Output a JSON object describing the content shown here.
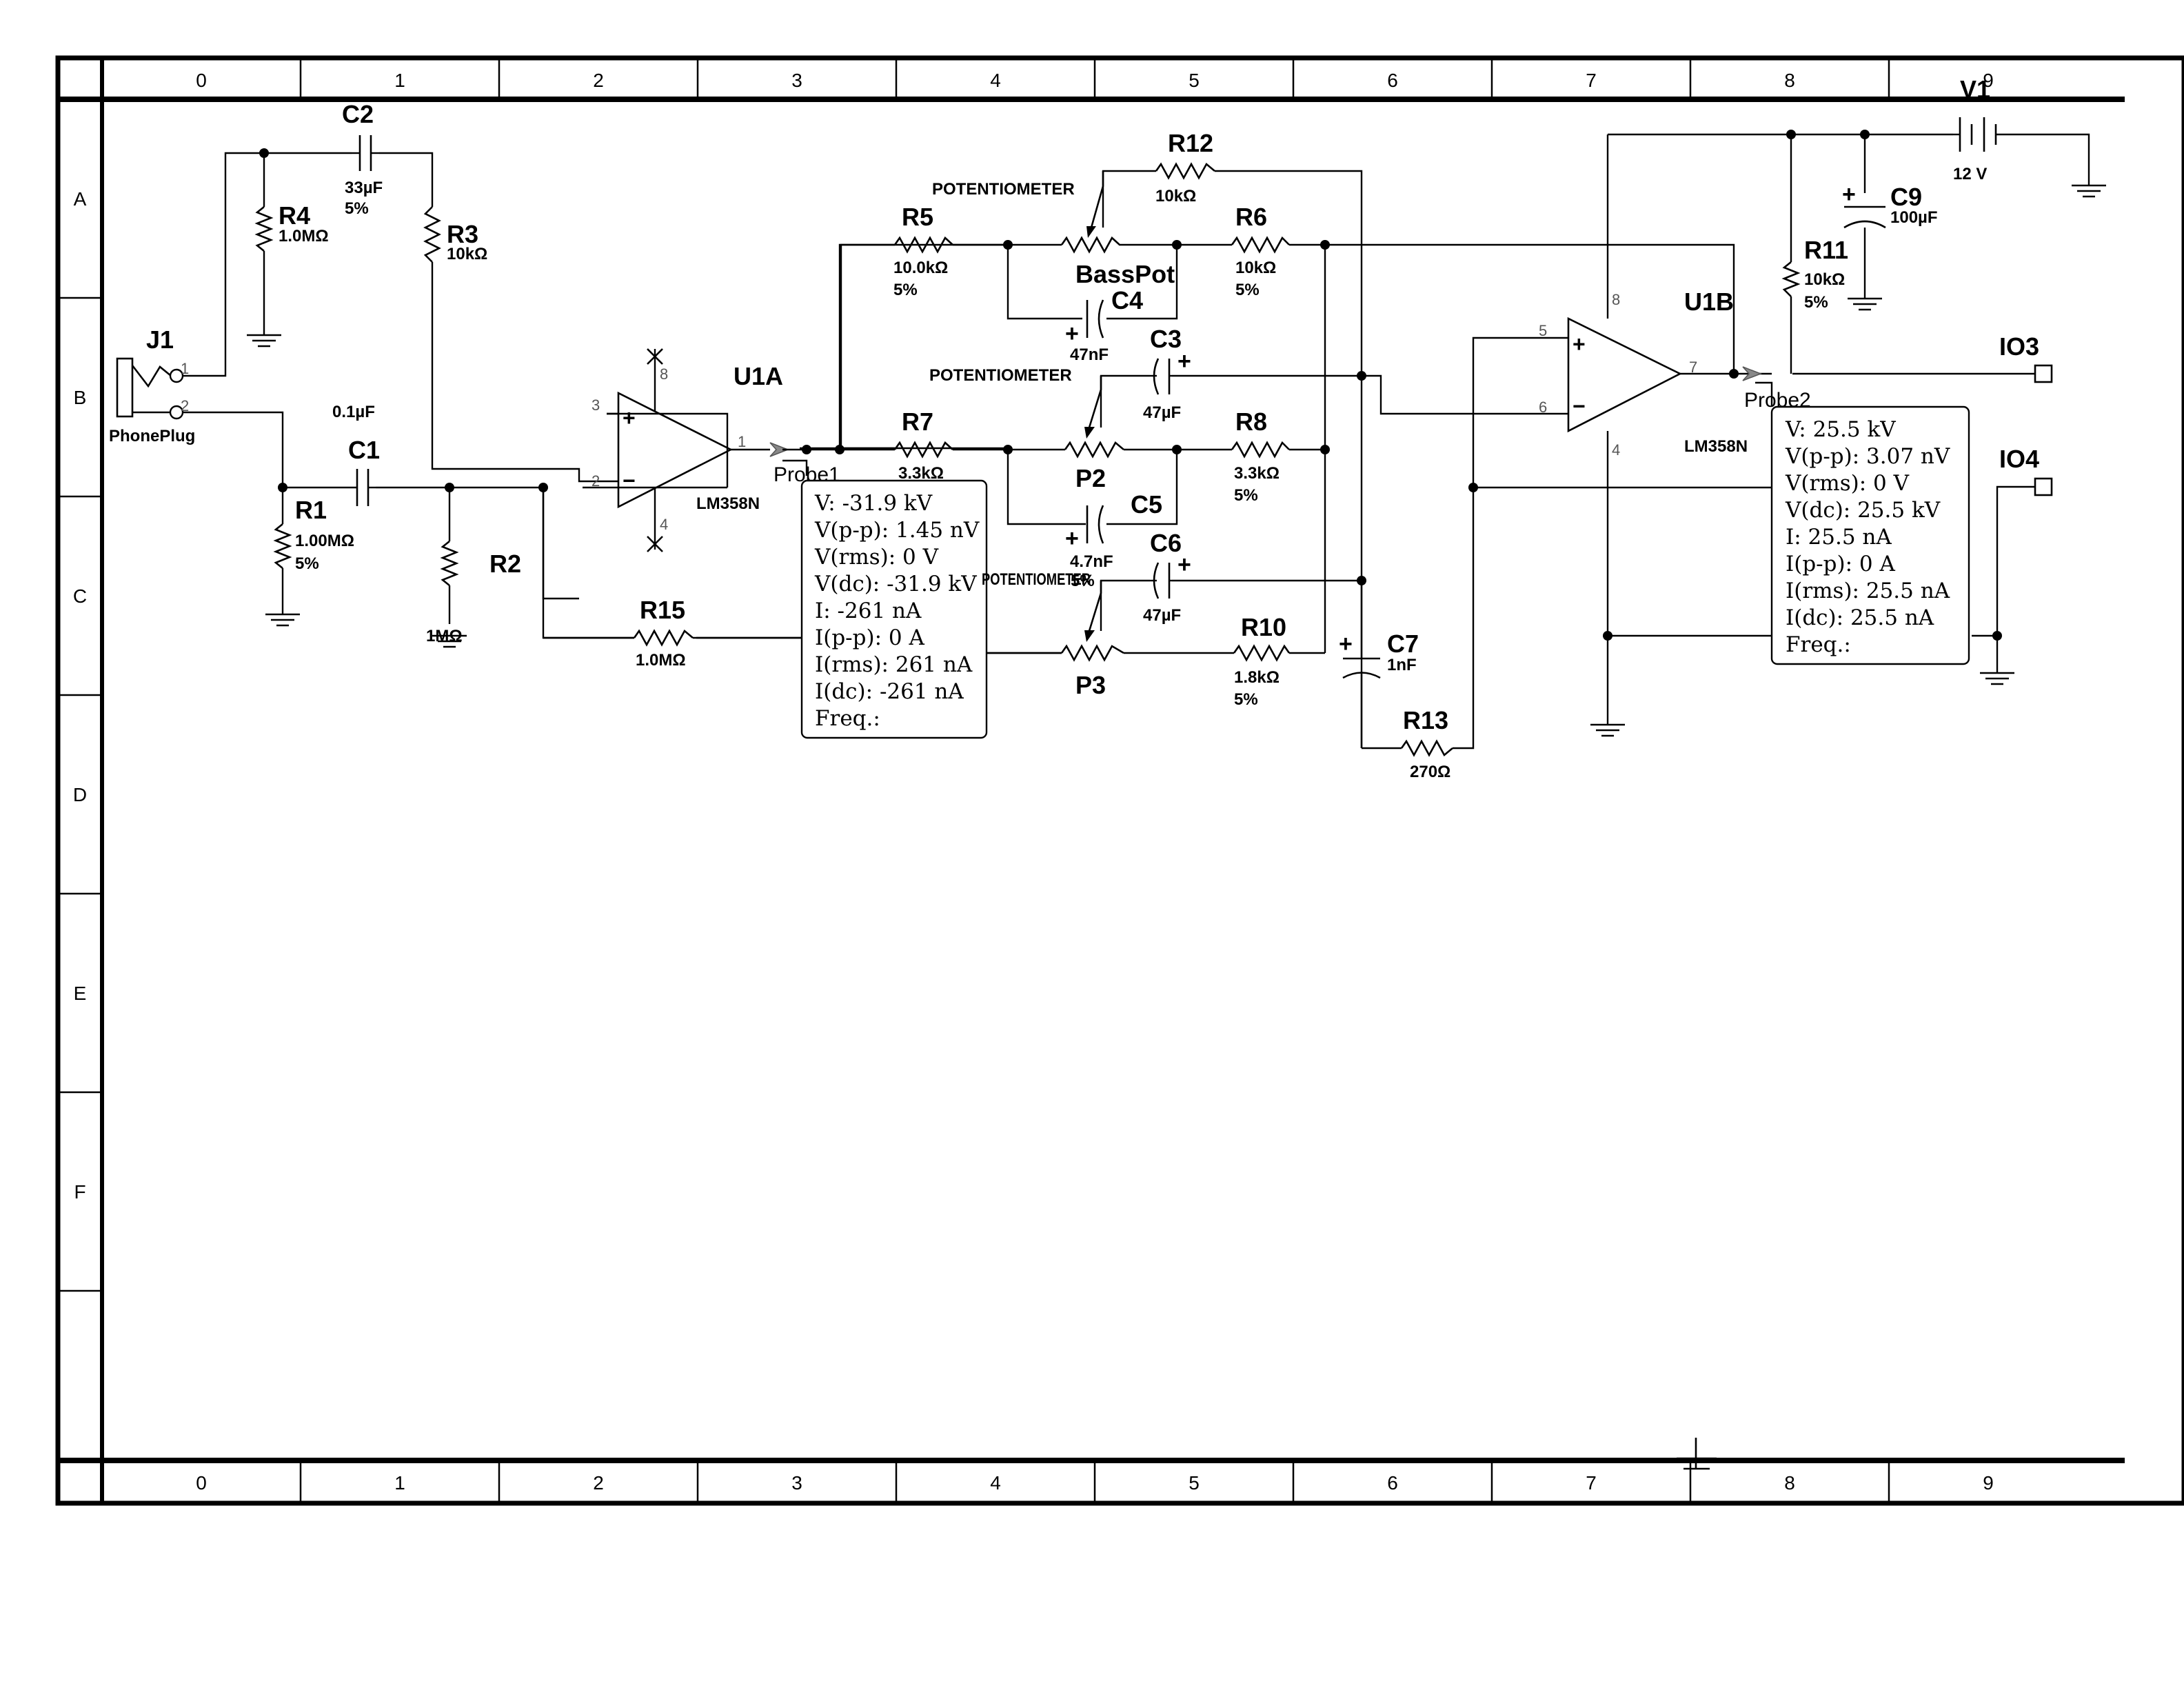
{
  "sheet": {
    "columns": [
      "0",
      "1",
      "2",
      "3",
      "4",
      "5",
      "6",
      "7",
      "8",
      "9"
    ],
    "rows": [
      "A",
      "B",
      "C",
      "D",
      "E",
      "F"
    ]
  },
  "components": {
    "J1": {
      "ref": "J1",
      "type": "PhonePlug",
      "pin1": "1",
      "pin2": "2"
    },
    "C1": {
      "ref": "C1",
      "value": "0.1µF"
    },
    "C2": {
      "ref": "C2",
      "value": "33µF",
      "tol": "5%"
    },
    "R1": {
      "ref": "R1",
      "value": "1.00MΩ",
      "tol": "5%"
    },
    "R2": {
      "ref": "R2",
      "value": "1MΩ"
    },
    "R3": {
      "ref": "R3",
      "value": "10kΩ"
    },
    "R4": {
      "ref": "R4",
      "value": "1.0MΩ"
    },
    "R5": {
      "ref": "R5",
      "value": "10.0kΩ",
      "tol": "5%"
    },
    "R6": {
      "ref": "R6",
      "value": "10kΩ",
      "tol": "5%"
    },
    "R7": {
      "ref": "R7",
      "value": "3.3kΩ"
    },
    "R8": {
      "ref": "R8",
      "value": "3.3kΩ",
      "tol": "5%"
    },
    "R10": {
      "ref": "R10",
      "value": "1.8kΩ",
      "tol": "5%"
    },
    "R11": {
      "ref": "R11",
      "value": "10kΩ",
      "tol": "5%"
    },
    "R12": {
      "ref": "R12",
      "value": "10kΩ"
    },
    "R13": {
      "ref": "R13",
      "value": "270Ω"
    },
    "R15": {
      "ref": "R15",
      "value": "1.0MΩ"
    },
    "C3": {
      "ref": "C3",
      "value": "47µF"
    },
    "C4": {
      "ref": "C4",
      "value": "47nF"
    },
    "C5": {
      "ref": "C5",
      "value": "4.7nF"
    },
    "C6": {
      "ref": "C6",
      "value": "47µF"
    },
    "C7": {
      "ref": "C7",
      "value": "1nF"
    },
    "C9": {
      "ref": "C9",
      "value": "100µF"
    },
    "V1": {
      "ref": "V1",
      "value": "12 V"
    },
    "BassPot": {
      "ref": "BassPot",
      "type": "POTENTIOMETER"
    },
    "P2": {
      "ref": "P2",
      "type": "POTENTIOMETER"
    },
    "P3": {
      "ref": "P3",
      "type": "POTENTIOMETER",
      "tol_fragment": "5%"
    },
    "U1A": {
      "ref": "U1A",
      "part": "LM358N",
      "pin_plus": "3",
      "pin_minus": "2",
      "pin_out": "1",
      "pin_v8": "8",
      "pin_v4": "4"
    },
    "U1B": {
      "ref": "U1B",
      "part": "LM358N",
      "pin_plus": "5",
      "pin_minus": "6",
      "pin_out": "7",
      "pin_v8": "8",
      "pin_v4": "4"
    },
    "IO3": {
      "ref": "IO3"
    },
    "IO4": {
      "ref": "IO4"
    }
  },
  "probes": {
    "probe1": {
      "name": "Probe1",
      "lines": [
        "V: -31.9 kV",
        "V(p-p): 1.45 nV",
        "V(rms): 0 V",
        "V(dc): -31.9 kV",
        "I: -261 nA",
        "I(p-p): 0 A",
        "I(rms): 261 nA",
        "I(dc): -261 nA",
        "Freq.:"
      ]
    },
    "probe2": {
      "name": "Probe2",
      "lines": [
        "V: 25.5 kV",
        "V(p-p): 3.07 nV",
        "V(rms): 0 V",
        "V(dc): 25.5 kV",
        "I: 25.5 nA",
        "I(p-p): 0 A",
        "I(rms): 25.5 nA",
        "I(dc): 25.5 nA",
        "Freq.:"
      ]
    }
  }
}
